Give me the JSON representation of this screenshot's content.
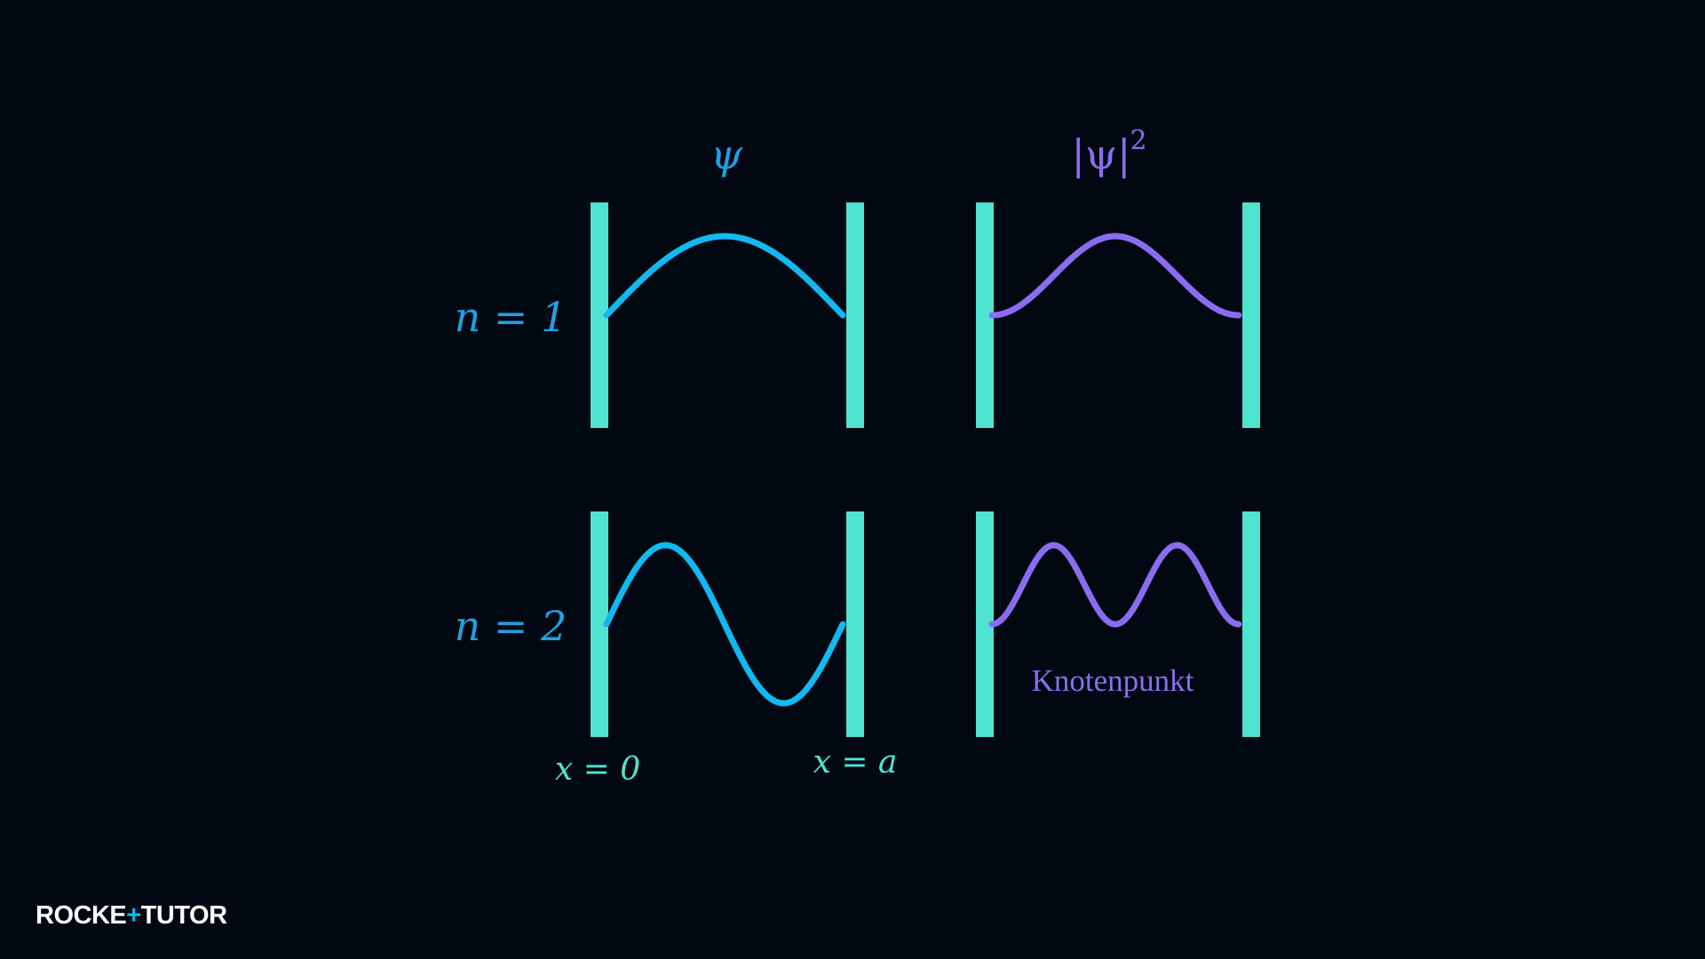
{
  "headers": {
    "psi": "ψ",
    "psi_squared_base": "|ψ|",
    "psi_squared_exp": "2"
  },
  "rows": [
    {
      "label": "n = 1",
      "n": 1
    },
    {
      "label": "n = 2",
      "n": 2
    }
  ],
  "boundaries": {
    "left": "x = 0",
    "right": "x = a"
  },
  "annotation": "Knotenpunkt",
  "logo": {
    "part1": "ROCKE",
    "plus": "+",
    "part2": "TUTO",
    "end": "R"
  },
  "colors": {
    "background": "#020811",
    "wall": "#4fe3d2",
    "psi": "#12b8f0",
    "psi_squared": "#8b6cf0",
    "label": "#1fa0e0",
    "boundary_label": "#4fe3d2",
    "logo_text": "#ffffff",
    "logo_accent": "#12b8f0"
  }
}
